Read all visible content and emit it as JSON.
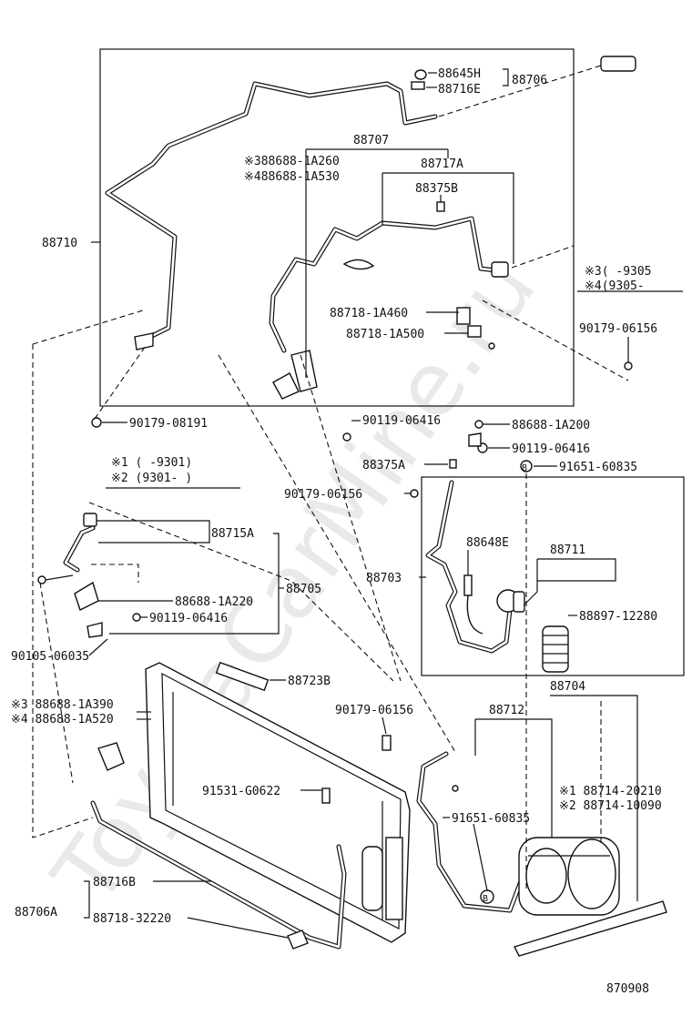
{
  "watermark": "ToyotaCarMine.ru",
  "diagram_code": "870908",
  "circled_marker": "B",
  "labels": {
    "p88645H": "88645H",
    "p88716E": "88716E",
    "p88706": "88706",
    "p88707": "88707",
    "p88688_1A260": "※388688-1A260",
    "p88688_1A530": "※488688-1A530",
    "p88717A": "88717A",
    "p88375B": "88375B",
    "p88710": "88710",
    "note_top_3": "※3(     -9305",
    "note_top_4": "※4(9305-",
    "p88718_1A460": "88718-1A460",
    "p88718_1A500": "88718-1A500",
    "p90179_06156_a": "90179-06156",
    "p90179_08191": "90179-08191",
    "p90119_06416_a": "90119-06416",
    "p88688_1A200": "88688-1A200",
    "p90119_06416_b": "90119-06416",
    "note_mid_1": "※1  (     -9301)",
    "note_mid_2": "※2  (9301-     )",
    "p88375A": "88375A",
    "p91651_60835_a": "91651-60835",
    "p90179_06156_b": "90179-06156",
    "p88715A": "88715A",
    "p88648E": "88648E",
    "p88711": "88711",
    "p88703": "88703",
    "p88705": "88705",
    "p88688_1A220": "88688-1A220",
    "p88897_12280": "88897-12280",
    "p90119_06416_c": "90119-06416",
    "p90105_06035": "90105-06035",
    "p88723B": "88723B",
    "p88704": "88704",
    "p88688_1A390": "※3 88688-1A390",
    "p88688_1A520": "※4 88688-1A520",
    "p90179_06156_c": "90179-06156",
    "p88712": "88712",
    "p91531_G0622": "91531-G0622",
    "p88714_20210": "※1  88714-20210",
    "p88714_10090": "※2  88714-10090",
    "p91651_60835_b": "91651-60835",
    "p88716B": "88716B",
    "p88706A": "88706A",
    "p88718_32220": "88718-32220"
  }
}
